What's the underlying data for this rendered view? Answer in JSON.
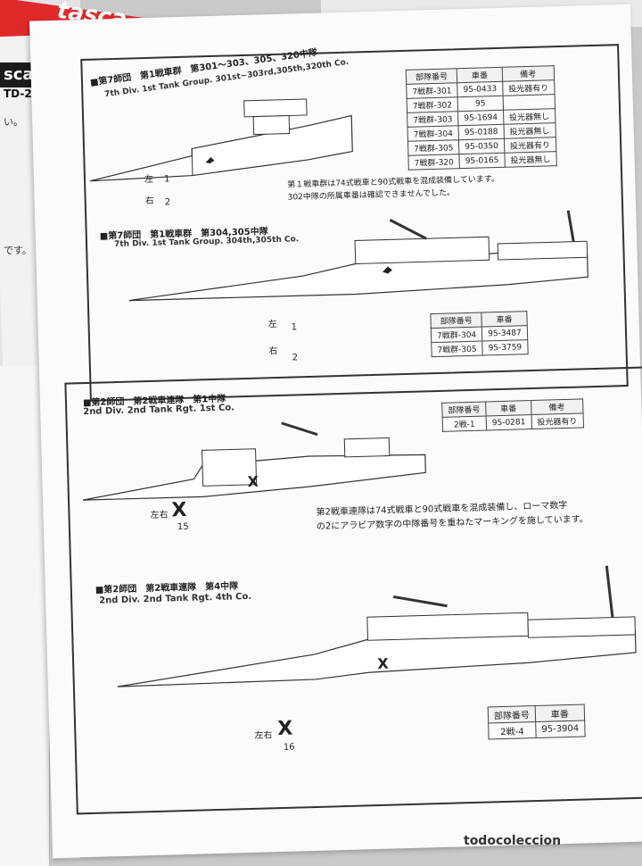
{
  "brand": {
    "top_logo": "tasca",
    "left_logo": "sca",
    "code": "TD-2",
    "left_jp_1": "い。",
    "left_jp_2": "です。"
  },
  "watermark": "todocoleccion",
  "section1": {
    "title_jp": "■第7師団　第1戦車群　第301〜303、305、320中隊",
    "title_en": "7th Div. 1st Tank Group. 301st~303rd,305th,320th Co.",
    "side_left": "左",
    "side_right": "右",
    "num_left": "1",
    "num_right": "2",
    "note_jp_1": "第１戦車群は74式戦車と90式戦車を混成装備しています。",
    "note_jp_2": "302中隊の所属車番は確認できませんでした。",
    "table": {
      "headers": [
        "部隊番号",
        "車番",
        "備考"
      ],
      "rows": [
        [
          "7戦群-301",
          "95-0433",
          "投光器有り"
        ],
        [
          "7戦群-302",
          "95",
          ""
        ],
        [
          "7戦群-303",
          "95-1694",
          "投光器無し"
        ],
        [
          "7戦群-304",
          "95-0188",
          "投光器無し"
        ],
        [
          "7戦群-305",
          "95-0350",
          "投光器有り"
        ],
        [
          "7戦群-320",
          "95-0165",
          "投光器無し"
        ]
      ]
    }
  },
  "section2": {
    "title_jp": "■第7師団　第1戦車群　第304,305中隊",
    "title_en": "7th Div. 1st Tank Group. 304th,305th Co.",
    "side_left": "左",
    "side_right": "右",
    "num_left": "1",
    "num_right": "2",
    "table": {
      "headers": [
        "部隊番号",
        "車番"
      ],
      "rows": [
        [
          "7戦群-304",
          "95-3487"
        ],
        [
          "7戦群-305",
          "95-3759"
        ]
      ]
    }
  },
  "section3": {
    "title_jp": "■第2師団　第2戦車連隊　第1中隊",
    "title_en": "2nd Div. 2nd Tank Rgt. 1st Co.",
    "side": "左右",
    "mark": "Ⅹ",
    "num": "15",
    "note_jp_1": "第2戦車連隊は74式戦車と90式戦車を混成装備し、ローマ数字",
    "note_jp_2": "の2にアラビア数字の中隊番号を重ねたマーキングを施しています。",
    "table": {
      "headers": [
        "部隊番号",
        "車番",
        "備考"
      ],
      "rows": [
        [
          "2戦-1",
          "95-0281",
          "投光器有り"
        ]
      ]
    }
  },
  "section4": {
    "title_jp": "■第2師団　第2戦車連隊　第4中隊",
    "title_en": "2nd Div. 2nd Tank Rgt. 4th Co.",
    "side": "左右",
    "mark": "Ⅹ",
    "num": "16",
    "table": {
      "headers": [
        "部隊番号",
        "車番"
      ],
      "rows": [
        [
          "2戦-4",
          "95-3904"
        ]
      ]
    }
  }
}
